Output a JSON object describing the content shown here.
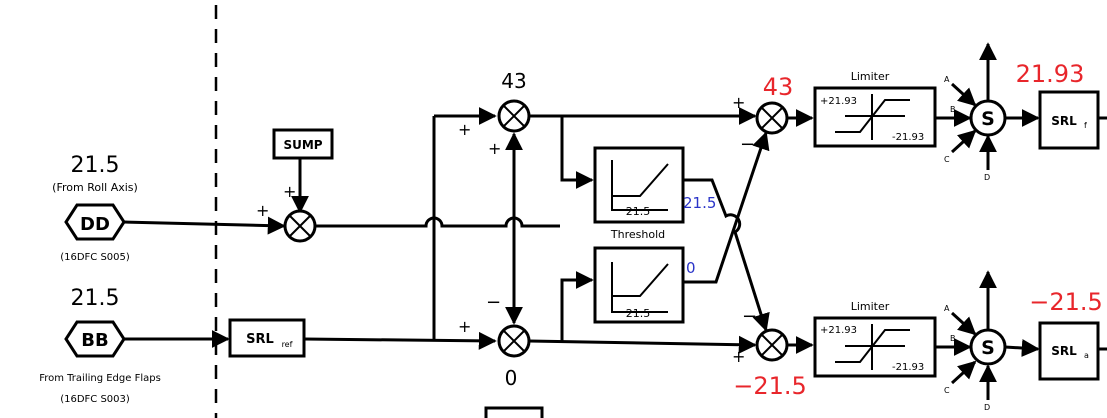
{
  "inputs": {
    "top_value": "21.5",
    "top_source": "(From Roll Axis)",
    "top_badge": "DD",
    "top_ref": "(16DFC S005)",
    "bottom_value": "21.5",
    "bottom_badge": "BB",
    "bottom_source": "From Trailing Edge Flaps",
    "bottom_ref": "(16DFC S003)"
  },
  "blocks": {
    "sump": "SUMP",
    "srl_ref": "SRL",
    "srl_ref_sub": "ref",
    "threshold_label": "Threshold",
    "threshold_top_value": "21.5",
    "threshold_bottom_value": "21.5",
    "limiter_top_label": "Limiter",
    "limiter_top_upper": "+21.93",
    "limiter_top_lower": "-21.93",
    "limiter_bottom_label": "Limiter",
    "limiter_bottom_upper": "+21.93",
    "limiter_bottom_lower": "-21.93",
    "srl_f": "SRL",
    "srl_f_sub": "f",
    "srl_a": "SRL",
    "srl_a_sub": "a",
    "switch_top": "S",
    "switch_bottom": "S",
    "port_a": "A",
    "port_b": "B",
    "port_c": "C",
    "port_d": "D"
  },
  "signs": {
    "plus": "+",
    "minus": "−"
  },
  "annotations": {
    "sum_top": "43",
    "sum_bottom": "0",
    "right_sum_top": "43",
    "right_sum_bottom": "−21.5",
    "out_top": "21.93",
    "out_bottom": "−21.5",
    "threshold_top_out": "21.5",
    "threshold_bottom_out": "0"
  },
  "colors": {
    "annotation_red": "#e8262b",
    "annotation_blue": "#2a34c8",
    "line": "#000000"
  }
}
